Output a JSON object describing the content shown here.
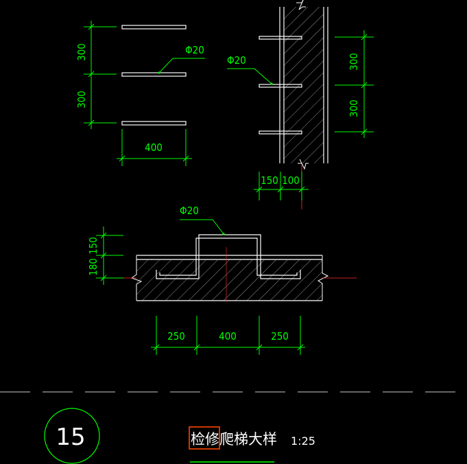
{
  "colors": {
    "background": "#000000",
    "outline": "#ffffff",
    "dimension": "#00ff00",
    "hatch": "#b9b9b9",
    "dash": "#cccccc",
    "title_highlight": "#ff4500"
  },
  "top_left": {
    "dims_vertical": [
      "300",
      "300"
    ],
    "dim_horizontal": "400",
    "callout": "Φ20"
  },
  "top_right": {
    "dims_vertical": [
      "300",
      "300"
    ],
    "dims_bottom": [
      "150",
      "100"
    ],
    "callout": "Φ20"
  },
  "bottom": {
    "dims_left": [
      "150",
      "180"
    ],
    "dims_bottom": [
      "250",
      "400",
      "250"
    ],
    "callout": "Φ20"
  },
  "title": {
    "number": "15",
    "highlight": "检修",
    "rest": "爬梯大样",
    "scale": "1:25"
  }
}
